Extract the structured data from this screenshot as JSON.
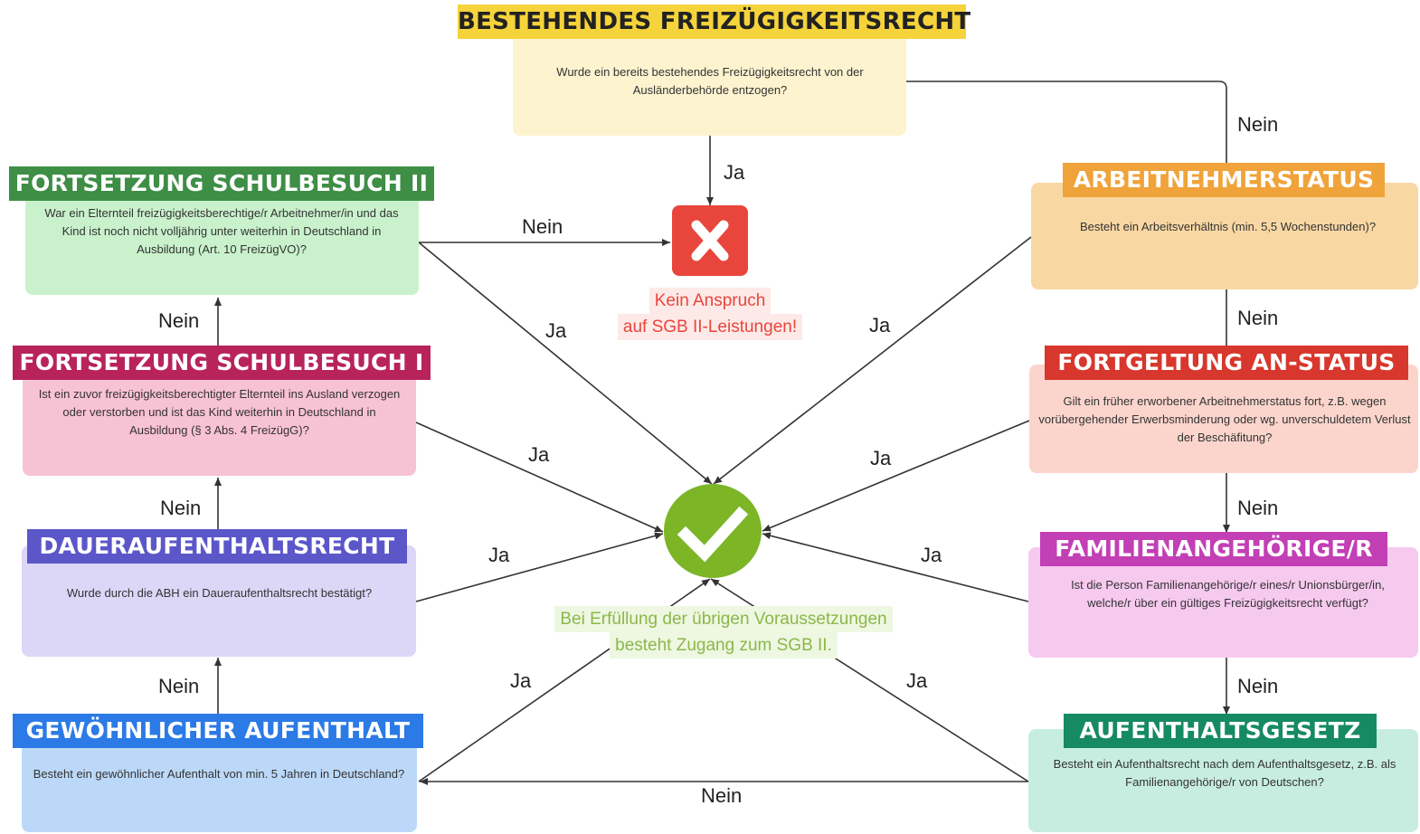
{
  "top": {
    "title": "BESTEHENDES FREIZÜGIGKEITSRECHT",
    "question": "Wurde ein bereits bestehendes Freizügigkeitsrecht von der Ausländerbehörde entzogen?"
  },
  "left_boxes": [
    {
      "title": "FORTSETZUNG SCHULBESUCH II",
      "question": "War ein Elternteil freizügigkeitsberechtige/r Arbeitnehmer/in und das Kind ist noch nicht volljährig unter weiterhin in Deutschland in Ausbildung (Art. 10 FreizügVO)?"
    },
    {
      "title": "FORTSETZUNG SCHULBESUCH I",
      "question": "Ist ein zuvor freizügigkeitsberechtigter Elternteil ins Ausland verzogen oder verstorben und ist das Kind weiterhin in Deutschland in Ausbildung (§ 3 Abs. 4 FreizügG)?"
    },
    {
      "title": "DAUERAUFENTHALTSRECHT",
      "question": "Wurde durch die ABH ein Daueraufenthaltsrecht bestätigt?"
    },
    {
      "title": "GEWÖHNLICHER AUFENTHALT",
      "question": "Besteht ein gewöhnlicher Aufenthalt von min. 5 Jahren in Deutschland?"
    }
  ],
  "right_boxes": [
    {
      "title": "ARBEITNEHMERSTATUS",
      "question": "Besteht ein Arbeitsverhältnis (min. 5,5 Wochenstunden)?"
    },
    {
      "title": "FORTGELTUNG AN-STATUS",
      "question": "Gilt ein früher erworbener Arbeitnehmerstatus fort, z.B. wegen vorübergehender Erwerbsminderung oder wg. unverschuldetem Verlust der Beschäfitung?"
    },
    {
      "title": "FAMILIENANGEHÖRIGE/R",
      "question": "Ist die Person Familienangehörige/r eines/r Unionsbürger/in, welche/r über ein gültiges Freizügigkeitsrecht verfügt?"
    },
    {
      "title": "AUFENTHALTSGESETZ",
      "question": "Besteht ein Aufenthaltsrecht nach dem Aufenthaltsgesetz, z.B. als Familienangehörige/r von Deutschen?"
    }
  ],
  "results": {
    "negative": {
      "line1": "Kein Anspruch",
      "line2": "auf SGB II-Leistungen!"
    },
    "positive": {
      "line1": "Bei Erfüllung der übrigen Voraussetzungen",
      "line2": "besteht Zugang zum SGB II."
    }
  },
  "edge_labels": {
    "yes": "Ja",
    "no": "Nein"
  },
  "colors": {
    "top_tag": "#f5d33a",
    "top_box": "#fdf3cf",
    "sb2_tag": "#3e8e46",
    "sb2_box": "#c9f2cc",
    "sb1_tag": "#b8245a",
    "sb1_box": "#f8c2d5",
    "dauer_tag": "#5b57c9",
    "dauer_box": "#dcd6f7",
    "gew_tag": "#2b7ae6",
    "gew_box": "#bcd8f8",
    "an_tag": "#f0a33a",
    "an_box": "#f9d7a3",
    "fort_tag": "#d7372c",
    "fort_box": "#fbd5cc",
    "fam_tag": "#c23fb5",
    "fam_box": "#f6c9ef",
    "auf_tag": "#168a63",
    "auf_box": "#c7ede0",
    "negative": "#e8463c",
    "positive": "#7cb526"
  }
}
